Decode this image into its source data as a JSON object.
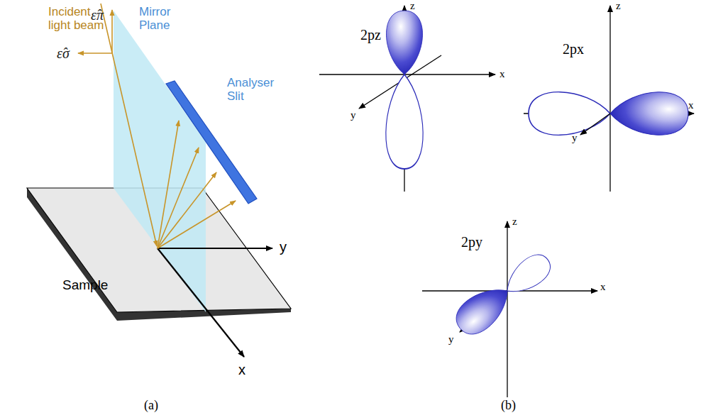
{
  "diagram": {
    "labels": [
      "Incident light beam",
      "ε̂π",
      "ε̂σ",
      "Mirror Plane",
      "Analyser Slit",
      "y",
      "x",
      "Sample",
      "(a)",
      "2pz",
      "z",
      "x",
      "y",
      "2px",
      "z",
      "x",
      "y",
      "2py",
      "z",
      "x",
      "y",
      "(b)"
    ]
  }
}
